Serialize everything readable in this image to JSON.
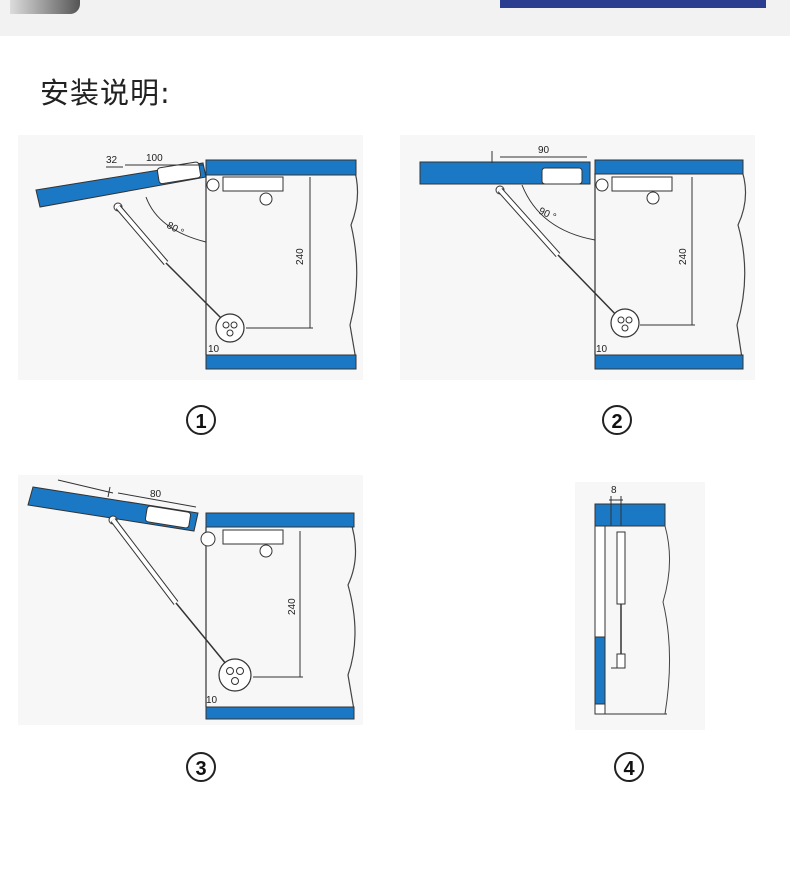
{
  "heading": "安装说明:",
  "colors": {
    "board_blue": "#1b78c4",
    "header_bar": "#2a3d8f",
    "line": "#333333"
  },
  "steps": [
    {
      "number": "1",
      "dims": {
        "offset": "32",
        "width": "100",
        "angle": "80 °",
        "height": "240",
        "gap": "10"
      }
    },
    {
      "number": "2",
      "dims": {
        "width": "90",
        "angle": "90 °",
        "height": "240",
        "gap": "10"
      }
    },
    {
      "number": "3",
      "dims": {
        "width": "80",
        "height": "240",
        "gap": "10"
      }
    },
    {
      "number": "4",
      "dims": {
        "offset": "8"
      }
    }
  ]
}
